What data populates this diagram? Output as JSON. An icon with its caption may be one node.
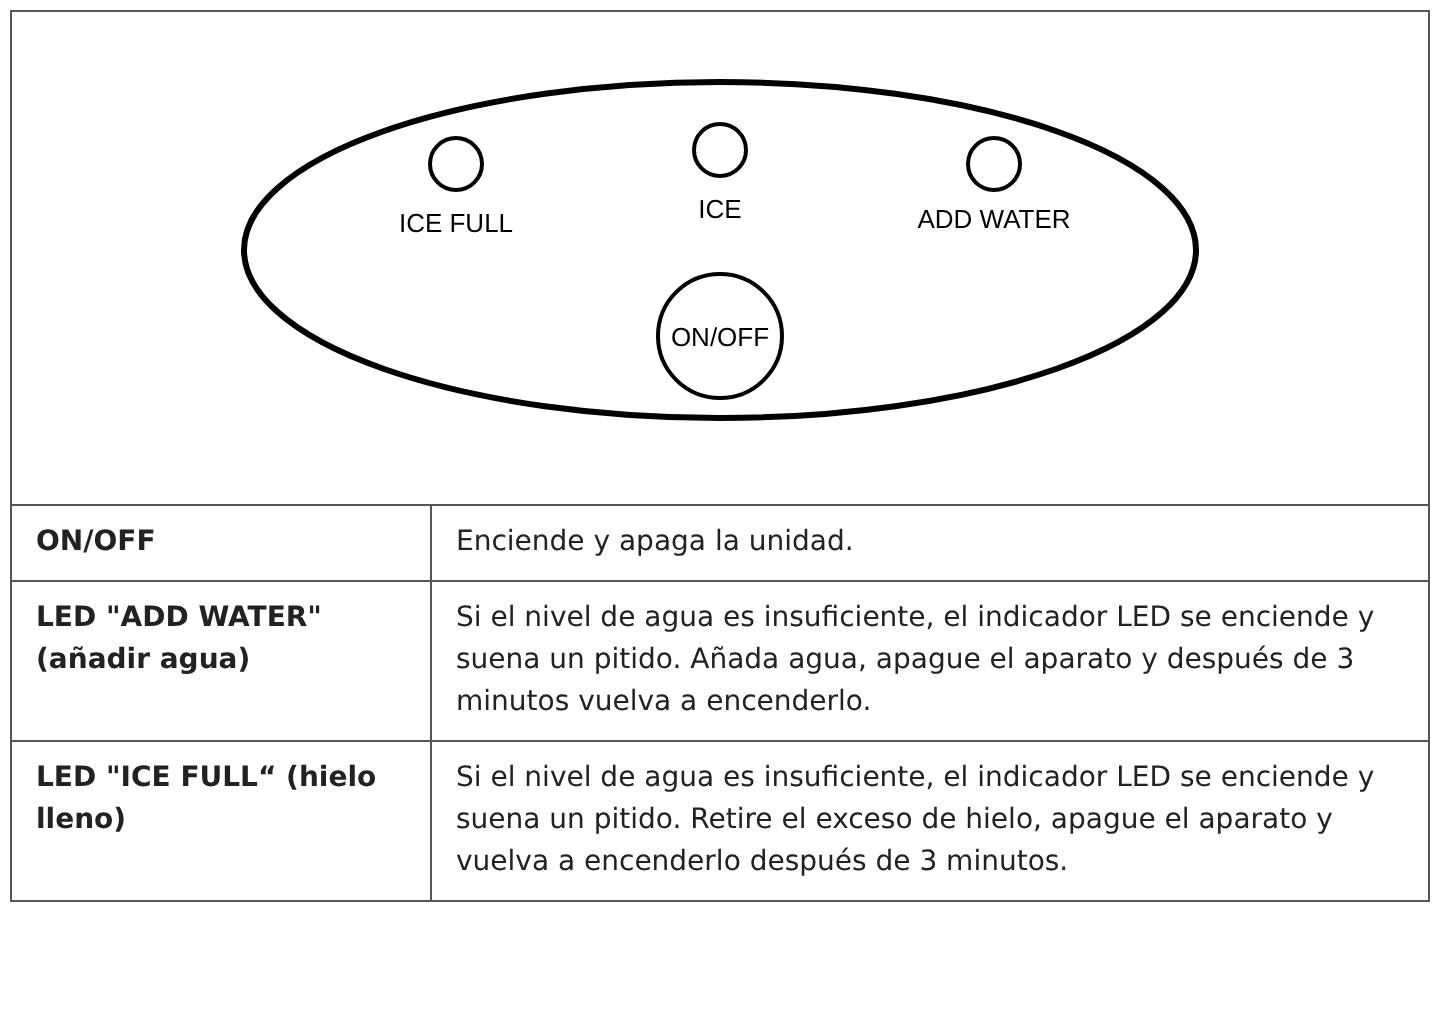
{
  "diagram": {
    "nodes": [
      {
        "text": [
          "ON/OFF"
        ]
      }
    ],
    "labels": [
      "ICE FULL",
      "ICE",
      "ADD WATER",
      "ON/OFF",
      "Enciende y apaga la unidad.",
      "LED \"ADD WATER\" (añadir agua)",
      "Si el nivel de agua es insuficiente, el indicador LED se enciende y suena un pitido. Añada agua, apague el aparato y después de 3 minutos vuelva a encenderlo.",
      "LED \"ICE FULL“ (hielo lleno)",
      "Si el nivel de agua es insuficiente, el indicador LED se enciende y suena un pitido. Retire el exceso de hielo, apague el aparato y vuelva a encenderlo después de 3 minutos."
    ]
  }
}
